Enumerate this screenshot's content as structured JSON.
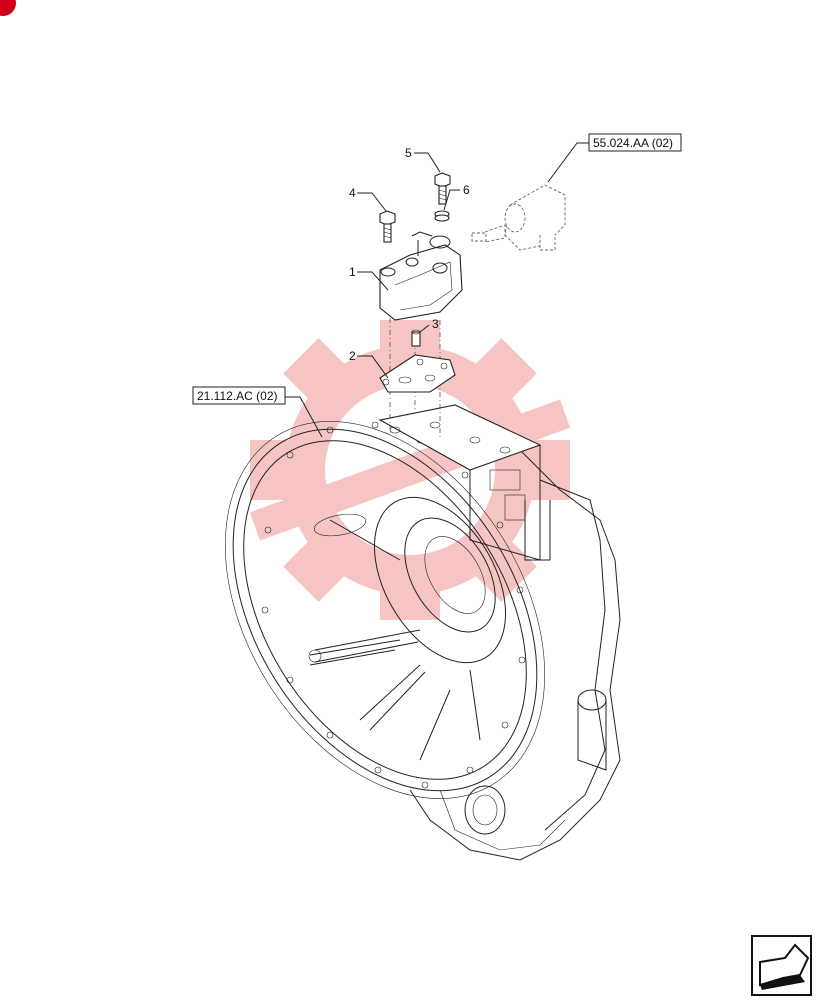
{
  "callouts": {
    "item_1": "1",
    "item_2": "2",
    "item_3": "3",
    "item_4": "4",
    "item_5": "5",
    "item_6": "6"
  },
  "references": {
    "ref_top": "55.024.AA (02)",
    "ref_left": "21.112.AC (02)"
  },
  "colors": {
    "watermark": "#f08a8a",
    "corner_badge": "#d0021b"
  },
  "icons": {
    "corner": "corner-badge-icon",
    "nav": "next-page-arrow-icon"
  }
}
